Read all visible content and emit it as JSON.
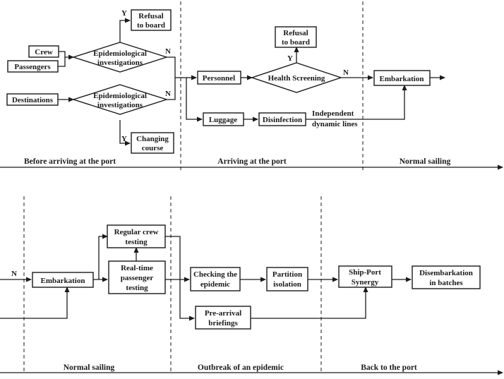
{
  "nodes": {
    "refusal_top_1": "Refusal",
    "refusal_top_2": "to board",
    "crew": "Crew",
    "passengers": "Passengers",
    "epi1_1": "Epidemiological",
    "epi1_2": "investigations",
    "destinations": "Destinations",
    "epi2_1": "Epidemiological",
    "epi2_2": "investigations",
    "changing_1": "Changing",
    "changing_2": "course",
    "refusal_mid_1": "Refusal",
    "refusal_mid_2": "to board",
    "personnel": "Personnel",
    "health_screening": "Health Screening",
    "embarkation_top": "Embarkation",
    "luggage": "Luggage",
    "disinfection": "Disinfection",
    "indep_1": "Independent",
    "indep_2": "dynamic lines",
    "embarkation_bottom": "Embarkation",
    "regular_1": "Regular crew",
    "regular_2": "testing",
    "realtime_1": "Real-time",
    "realtime_2": "passenger",
    "realtime_3": "testing",
    "checking_1": "Checking the",
    "checking_2": "epidemic",
    "partition_1": "Partition",
    "partition_2": "isolation",
    "prearrival_1": "Pre-arrival",
    "prearrival_2": "briefings",
    "shipport_1": "Ship-Port",
    "shipport_2": "Synergy",
    "disemb_1": "Disembarkation",
    "disemb_2": "in batches"
  },
  "edge_labels": {
    "y1": "Y",
    "n1": "N",
    "n2": "N",
    "y2": "Y",
    "y3": "Y",
    "n3": "N",
    "n4": "N"
  },
  "phases_top": [
    "Before arriving at the port",
    "Arriving at the port",
    "Normal sailing"
  ],
  "phases_bottom": [
    "Normal sailing",
    "Outbreak of an epidemic",
    "Back to the port"
  ]
}
